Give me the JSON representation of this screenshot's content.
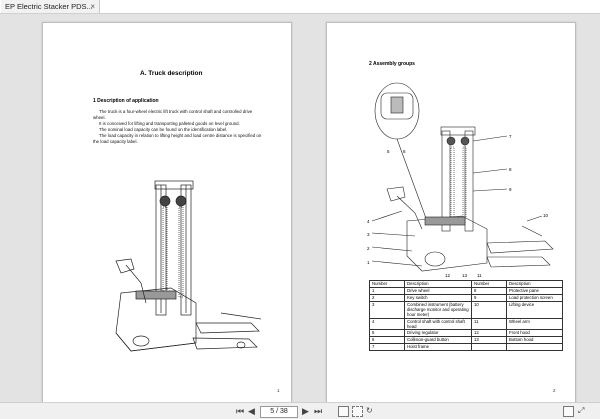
{
  "window": {
    "tab_title": "EP Electric Stacker PDS...",
    "close_glyph": "×"
  },
  "page1": {
    "title": "A. Truck description",
    "section": "1 Description of application",
    "lines": [
      "The truck is a four-wheel electric lift truck with control shaft and controlled drive",
      "wheel.",
      "It is conceived for lifting and transporting palleted goods on level ground.",
      "The nominal load capacity can be found on the identification label.",
      "The load capacity in relation to lifting height and load centre distance is specified on",
      "the load capacity label."
    ],
    "page_number": "1"
  },
  "page2": {
    "section": "2 Assembly groups",
    "table": {
      "headers": [
        "Number",
        "Description",
        "Number",
        "Description"
      ],
      "rows": [
        [
          "1",
          "Drive wheel",
          "8",
          "Protective pane"
        ],
        [
          "2",
          "Key switch",
          "9",
          "Load protection screen"
        ],
        [
          "3",
          "Combined instrument (battery discharge monitor and operating hour meter)",
          "10",
          "Lifting device"
        ],
        [
          "4",
          "Control shaft with control shaft head",
          "11",
          "Wheel arm"
        ],
        [
          "5",
          "Driving regulator",
          "12",
          "Front hood"
        ],
        [
          "6",
          "Collision-guard button",
          "13",
          "Bottom hood"
        ],
        [
          "7",
          "Hoist frame",
          "",
          ""
        ]
      ]
    },
    "callouts": [
      "1",
      "2",
      "3",
      "4",
      "5",
      "6",
      "7",
      "8",
      "9",
      "10",
      "11",
      "12",
      "13"
    ],
    "page_number": "2"
  },
  "toolbar": {
    "first_icon": "first-page-icon",
    "prev_icon": "previous-page-icon",
    "page_indicator": "5 / 38",
    "next_icon": "next-page-icon",
    "last_icon": "last-page-icon"
  }
}
